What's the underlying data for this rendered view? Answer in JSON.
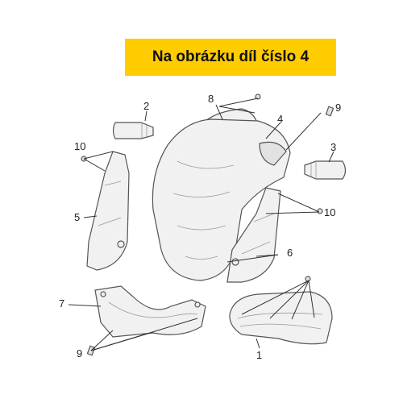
{
  "banner": {
    "text": "Na obrázku díl číslo 4",
    "background": "#ffcc00"
  },
  "callouts": {
    "c1": "1",
    "c2": "2",
    "c3": "3",
    "c4": "4",
    "c5": "5",
    "c6": "6",
    "c7": "7",
    "c8": "8",
    "c9a": "9",
    "c9b": "9",
    "c10a": "10",
    "c10b": "10"
  }
}
